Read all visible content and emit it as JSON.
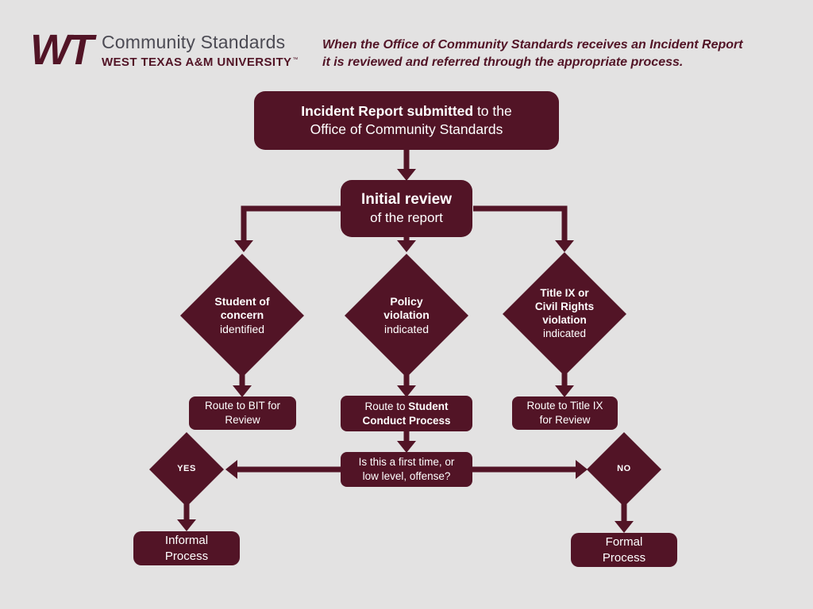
{
  "colors": {
    "maroon": "#521426",
    "background": "#e3e2e2",
    "gray": "#4b4a53",
    "white": "#ffffff"
  },
  "header": {
    "logo_mark": "WT",
    "logo_title": "Community Standards",
    "logo_subtitle": "WEST TEXAS A&M UNIVERSITY",
    "logo_tm": "™",
    "intro_line1": "When the Office of Community Standards receives an Incident Report",
    "intro_line2": "it is reviewed and referred through the appropriate process."
  },
  "flow": {
    "incident": {
      "bold": "Incident Report submitted",
      "rest": " to the",
      "line2": "Office of Community Standards"
    },
    "initial": {
      "bold": "Initial review",
      "line2": "of the report"
    },
    "student": {
      "bold1": "Student of",
      "bold2": "concern",
      "normal": "identified"
    },
    "policy": {
      "bold1": "Policy",
      "bold2": "violation",
      "normal": "indicated"
    },
    "titleix": {
      "bold1": "Title IX or",
      "bold2": "Civil Rights",
      "bold3": "violation",
      "normal": "indicated"
    },
    "route_bit": {
      "line1": "Route to BIT for",
      "line2": "Review"
    },
    "route_conduct": {
      "prefix": "Route to ",
      "bold1": "Student",
      "bold2": "Conduct Process"
    },
    "route_titleix": {
      "line1": "Route to Title IX",
      "line2": "for Review"
    },
    "question": {
      "line1": "Is this a first time, or",
      "line2": "low level, offense?"
    },
    "yes": "YES",
    "no": "NO",
    "informal": {
      "line1": "Informal",
      "line2": "Process"
    },
    "formal": {
      "line1": "Formal",
      "line2": "Process"
    }
  }
}
